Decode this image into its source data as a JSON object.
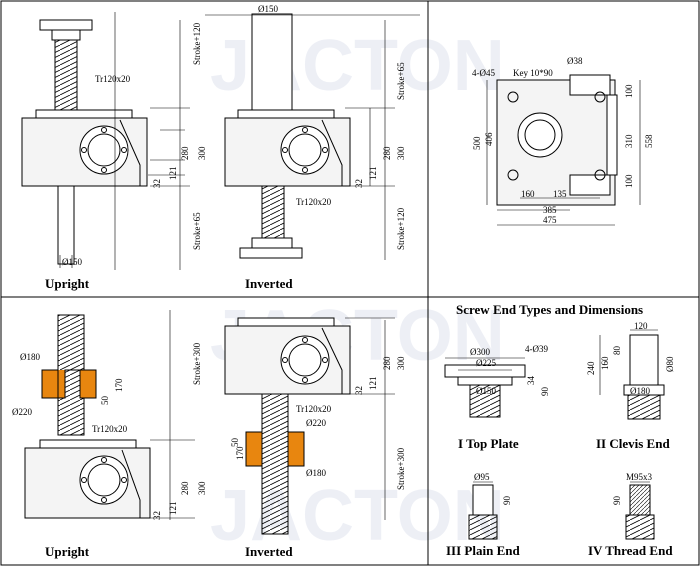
{
  "watermark": "JACTON",
  "quadrants": {
    "upright_top": {
      "caption": "Upright",
      "labels": {
        "stroke_top": "Stroke+120",
        "thread": "Tr120x20",
        "h280": "280",
        "h300": "300",
        "h121": "121",
        "h32": "32",
        "stroke_bottom": "Stroke+65",
        "dia_base": "Ø150"
      }
    },
    "inverted_top": {
      "caption": "Inverted",
      "labels": {
        "dia_top": "Ø150",
        "stroke_top": "Stroke+65",
        "h280": "280",
        "h300": "300",
        "h121": "121",
        "h32": "32",
        "thread": "Tr120x20",
        "stroke_bottom": "Stroke+120"
      }
    },
    "plan_view": {
      "labels": {
        "holes": "4-Ø45",
        "key": "Key 10*90",
        "shaft": "Ø38",
        "w500": "500",
        "w406": "406",
        "r100a": "100",
        "r310": "310",
        "r558": "558",
        "r100b": "100",
        "d160": "160",
        "d135": "135",
        "d385": "385",
        "d475": "475"
      }
    },
    "upright_nut": {
      "caption": "Upright",
      "labels": {
        "dia180": "Ø180",
        "dia220": "Ø220",
        "h170": "170",
        "h50": "50",
        "thread": "Tr120x20",
        "stroke": "Stroke+300",
        "h280": "280",
        "h300": "300",
        "h121": "121",
        "h32": "32"
      }
    },
    "inverted_nut": {
      "caption": "Inverted",
      "labels": {
        "h280": "280",
        "h300": "300",
        "h121": "121",
        "h32": "32",
        "thread": "Tr120x20",
        "dia220": "Ø220",
        "h170": "170",
        "h50": "50",
        "dia180": "Ø180",
        "stroke": "Stroke+300"
      }
    },
    "screw_ends": {
      "title": "Screw End Types and Dimensions",
      "top_plate": {
        "caption": "I  Top Plate",
        "d300": "Ø300",
        "holes": "4-Ø39",
        "d225": "Ø225",
        "h34": "34",
        "h90": "90",
        "d150": "Ø150"
      },
      "clevis_end": {
        "caption": "II  Clevis End",
        "w120": "120",
        "h240": "240",
        "h160": "160",
        "h80": "80",
        "d80": "Ø80",
        "d180": "Ø180"
      },
      "plain_end": {
        "caption": "III  Plain End",
        "d95": "Ø95",
        "h90": "90"
      },
      "thread_end": {
        "caption": "IV  Thread End",
        "thread": "M95x3",
        "h90": "90"
      }
    }
  }
}
